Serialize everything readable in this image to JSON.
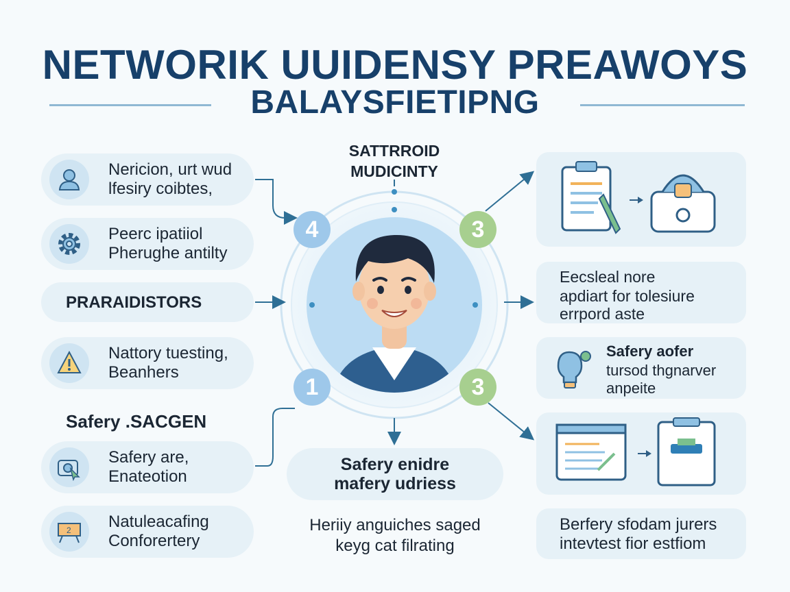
{
  "title": {
    "line1": "NETWORIK UUIDENSY PREAWOYS",
    "line2": "BALAYSFIETIPNG"
  },
  "center": {
    "heading_line1": "SATTRROID",
    "heading_line2": "MUDICINTY",
    "bottom_box_line1": "Safery enidre",
    "bottom_box_line2": "mafery udriess",
    "caption_line1": "Heriiy anguiches saged",
    "caption_line2": "keyg cat filrating"
  },
  "badges": [
    {
      "label": "4",
      "color": "#9ec8ea"
    },
    {
      "label": "3",
      "color": "#a7cf8f"
    },
    {
      "label": "1",
      "color": "#9ec8ea"
    },
    {
      "label": "3",
      "color": "#a7cf8f"
    }
  ],
  "left_items": [
    {
      "line1": "Nericion, urt wud",
      "line2": "lfesiry coibtes,",
      "icon": "person-icon"
    },
    {
      "line1": "Peerc ipatiiol",
      "line2": "Pherughe antilty",
      "icon": "gear-icon"
    },
    {
      "line1": "PRARAIDISTORS",
      "line2": "",
      "icon": ""
    },
    {
      "line1": "Nattory tuesting,",
      "line2": "Beanhers",
      "icon": "warning-bell-icon"
    },
    {
      "line1": "Safery are,",
      "line2": "Enateotion",
      "icon": "camera-pointer-icon"
    },
    {
      "line1": "Natuleacafing",
      "line2": "Conforertery",
      "icon": "presentation-board-icon"
    }
  ],
  "left_section_heading": "Safery .SACGEN",
  "right_items": [
    {
      "line1": "",
      "line2": "",
      "line3": "",
      "icon": "clipboard-pen-icon"
    },
    {
      "line1": "Eecsleal nore",
      "line2": "apdiart for tolesiure",
      "line3": "errpord aste",
      "icon": ""
    },
    {
      "line1": "Safery aofer",
      "line2": "tursod thgnarver",
      "line3": "anpeite",
      "icon": "lightbulb-icon"
    },
    {
      "line1": "",
      "line2": "",
      "line3": "",
      "icon": "monitor-tablet-icon"
    },
    {
      "line1": "Berfery sfodam jurers",
      "line2": "intevtest fior estfiom",
      "line3": "",
      "icon": ""
    }
  ],
  "colors": {
    "title": "#17406a",
    "card": "#e6f1f7",
    "accent_blue": "#9ec8ea",
    "accent_green": "#a7cf8f",
    "connector": "#2f6f95"
  }
}
